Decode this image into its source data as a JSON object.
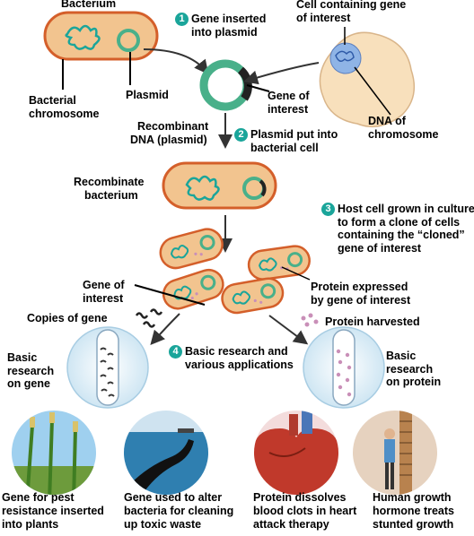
{
  "labels": {
    "bacterium": "Bacterium",
    "bacterial_chromosome": [
      "Bacterial",
      "chromosome"
    ],
    "plasmid": "Plasmid",
    "cell_gene_of_interest": [
      "Cell containing gene",
      "of interest"
    ],
    "gene_of_interest_top": [
      "Gene of",
      "interest"
    ],
    "dna_of_chromosome": [
      "DNA of",
      "chromosome"
    ],
    "recombinant_dna": [
      "Recombinant",
      "DNA (plasmid)"
    ],
    "recombinate_bacterium": [
      "Recombinate",
      "bacterium"
    ],
    "gene_of_interest_mid": [
      "Gene of",
      "interest"
    ],
    "copies_of_gene": "Copies of gene",
    "protein_expressed": [
      "Protein expressed",
      "by gene of interest"
    ],
    "protein_harvested": "Protein harvested",
    "basic_research_gene": [
      "Basic",
      "research",
      "on gene"
    ],
    "basic_research_protein": [
      "Basic",
      "research",
      "on protein"
    ]
  },
  "steps": [
    {
      "number": "1",
      "text": [
        "Gene inserted",
        "into plasmid"
      ]
    },
    {
      "number": "2",
      "text": [
        "Plasmid put into",
        "bacterial cell"
      ]
    },
    {
      "number": "3",
      "text": [
        "Host cell grown in culture,",
        "to form a clone of cells",
        "containing the “cloned”",
        "gene of interest"
      ]
    },
    {
      "number": "4",
      "text": [
        "Basic research and",
        "various applications"
      ]
    }
  ],
  "applications": [
    {
      "caption": [
        "Gene for pest",
        "resistance inserted",
        "into plants"
      ],
      "picture": "corn-plants"
    },
    {
      "caption": [
        "Gene used to alter",
        "bacteria for cleaning",
        "up toxic waste"
      ],
      "picture": "oil-spill"
    },
    {
      "caption": [
        "Protein dissolves",
        "blood clots in heart",
        "attack therapy"
      ],
      "picture": "heart"
    },
    {
      "caption": [
        "Human growth",
        "hormone treats",
        "stunted growth"
      ],
      "picture": "height-chart"
    }
  ],
  "colors": {
    "bacterium_fill": "#f2c48f",
    "bacterium_outline": "#d45f2a",
    "dna": "#1aa59a",
    "plasmid_ring": "#49b08a",
    "step_badge": "#1aa59a",
    "cell_fill": "#f8e0bc",
    "nucleus": "#8fb4e6",
    "protein_dots": "#c98fb8"
  }
}
